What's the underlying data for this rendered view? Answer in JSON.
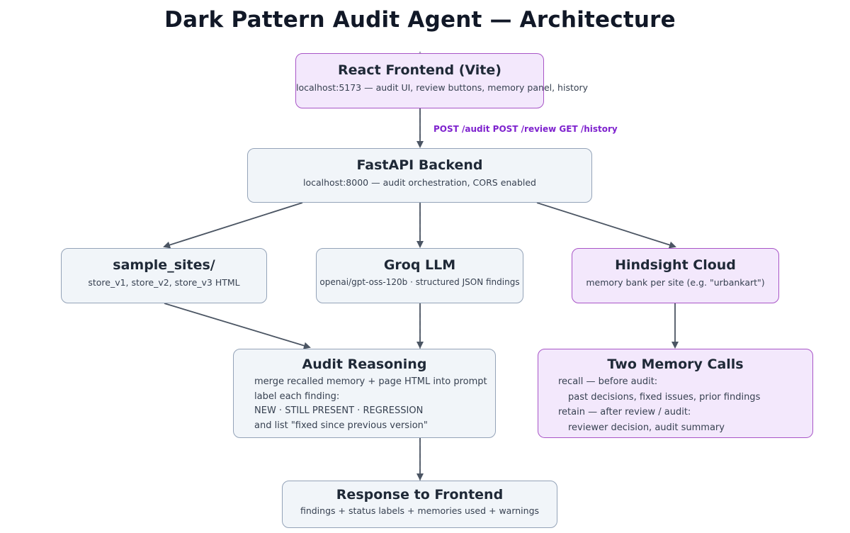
{
  "title": "Dark Pattern Audit Agent — Architecture",
  "nodes": {
    "frontend": {
      "title": "React Frontend (Vite)",
      "subtitle": "localhost:5173 — audit UI, review buttons, memory panel, history"
    },
    "backend": {
      "title": "FastAPI Backend",
      "subtitle": "localhost:8000 — audit orchestration, CORS enabled"
    },
    "samples": {
      "title": "sample_sites/",
      "subtitle": "store_v1, store_v2, store_v3 HTML"
    },
    "llm": {
      "title": "Groq LLM",
      "subtitle": "openai/gpt-oss-120b · structured JSON findings"
    },
    "hindsight": {
      "title": "Hindsight Cloud",
      "subtitle": "memory bank per site (e.g. \"urbankart\")"
    },
    "reasoning": {
      "title": "Audit Reasoning",
      "lines": [
        "merge recalled memory + page HTML into prompt",
        "label each finding:",
        "NEW · STILL PRESENT · REGRESSION",
        "and list \"fixed since previous version\""
      ]
    },
    "memory_calls": {
      "title": "Two Memory Calls",
      "lines": [
        "recall — before audit:",
        "past decisions, fixed issues, prior findings",
        "retain — after review / audit:",
        "reviewer decision, audit summary"
      ]
    },
    "response": {
      "title": "Response to Frontend",
      "subtitle": "findings + status labels + memories used + warnings"
    }
  },
  "edge_label": "POST /audit POST /review GET /history",
  "colors": {
    "neutral_fill": "#f1f5f9",
    "neutral_border": "#94a3b8",
    "memory_fill": "#f3e8fc",
    "memory_border": "#a855c7",
    "arrow": "#4b5563",
    "edge_label": "#7e22ce"
  }
}
